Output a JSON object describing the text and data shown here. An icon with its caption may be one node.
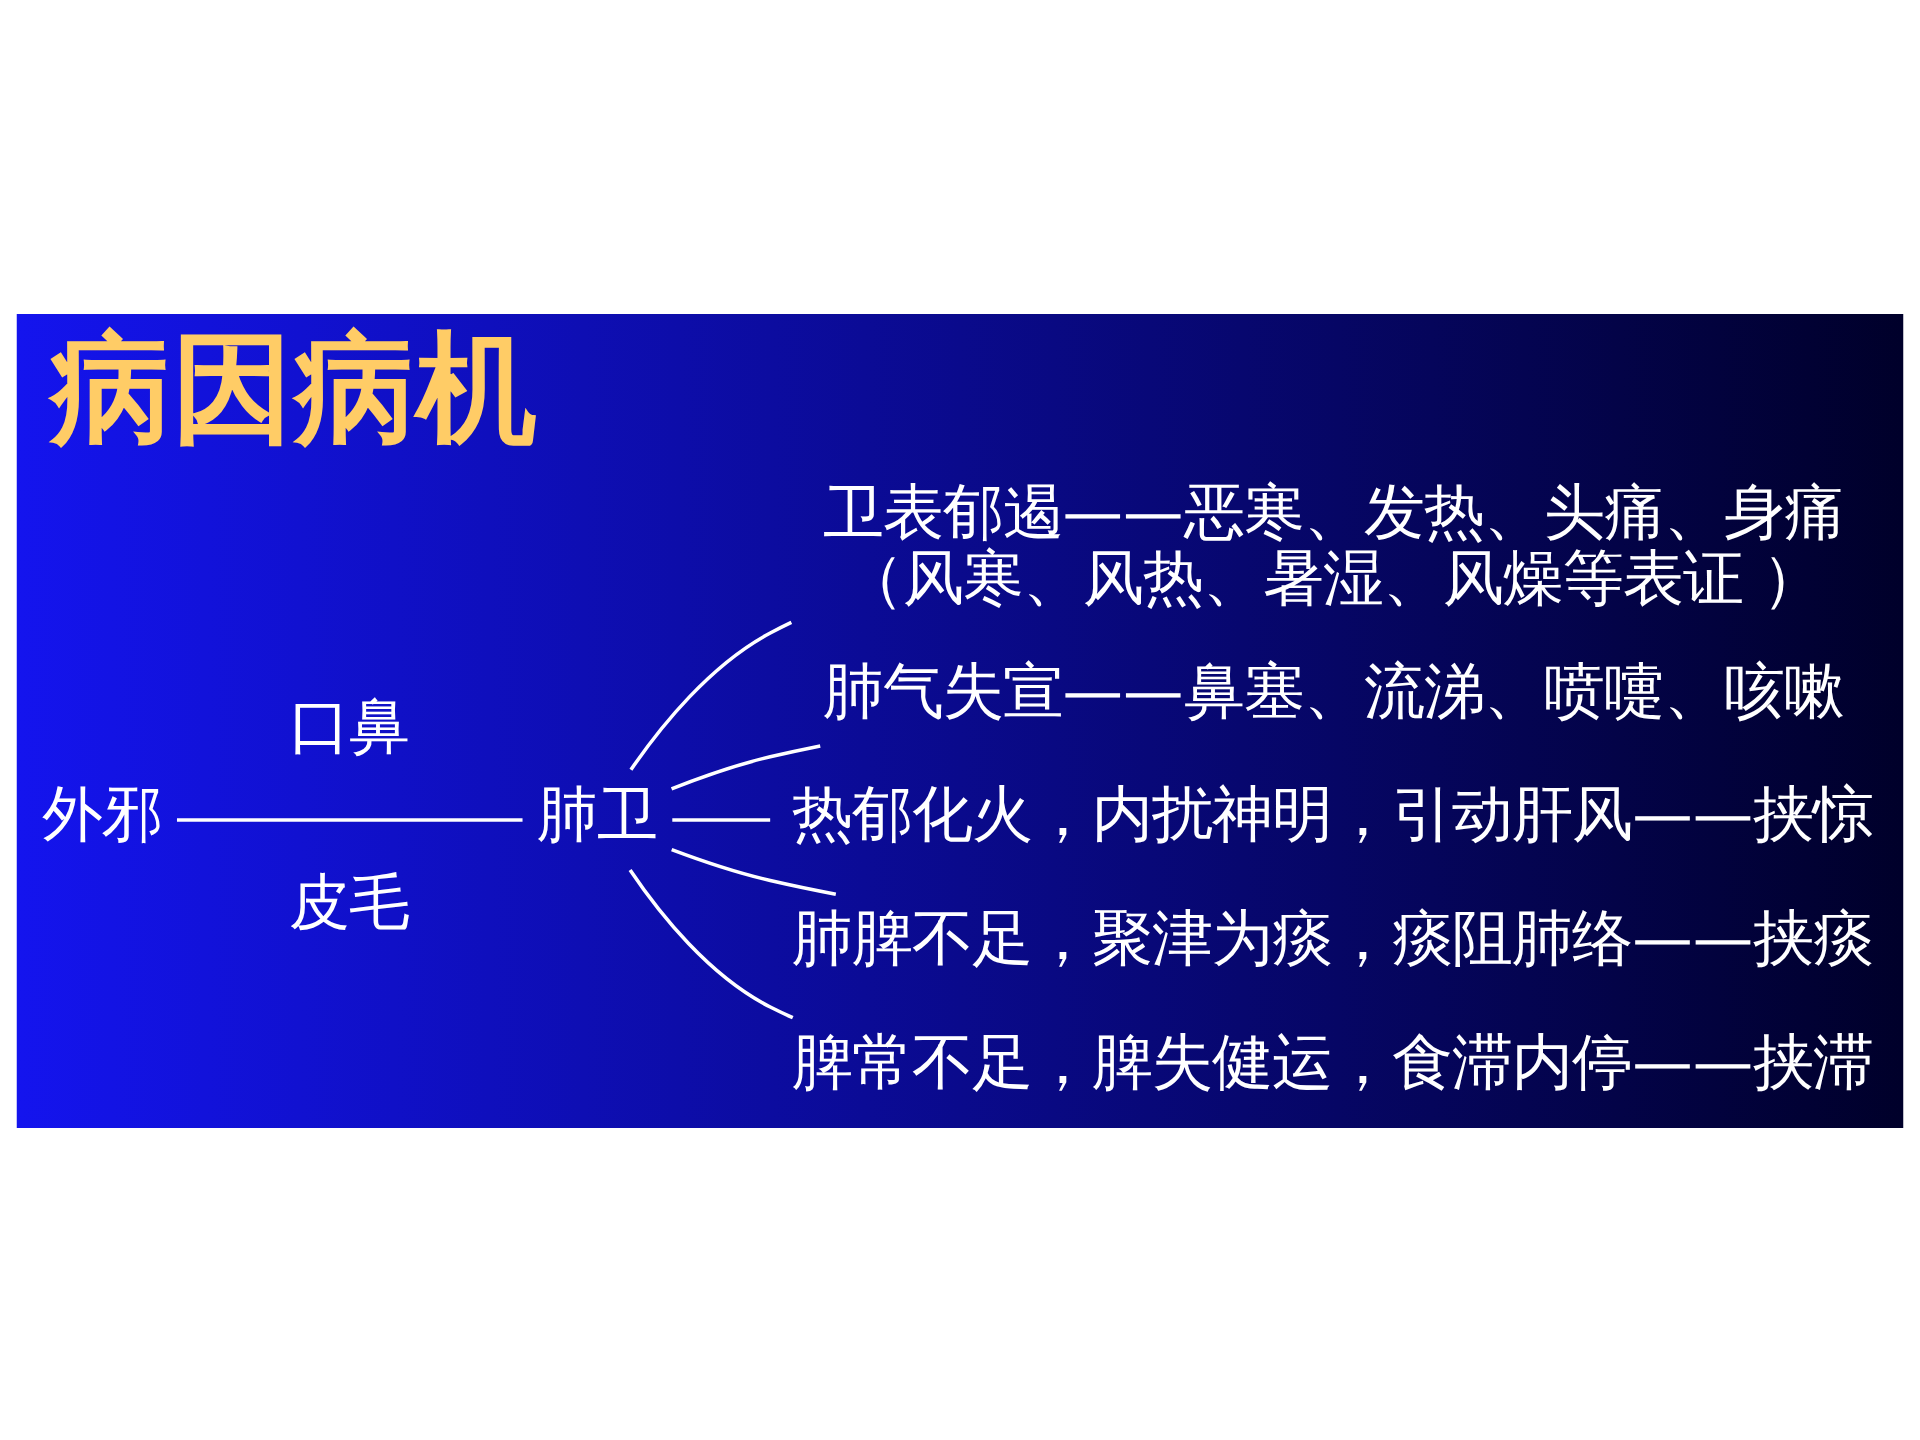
{
  "diagram": {
    "title": "病因病机",
    "nodes": [
      {
        "text": [
          "外邪"
        ]
      },
      {
        "text": [
          "肺卫"
        ]
      },
      {
        "text": [
          "卫表郁遏——恶寒、发热、头痛、身痛",
          "（风寒、风热、暑湿、风燥等表证 ）"
        ]
      },
      {
        "text": [
          "肺气失宣——鼻塞、流涕、喷嚏、咳嗽"
        ]
      },
      {
        "text": [
          "热郁化火，内扰神明，引动肝风——挟惊"
        ]
      },
      {
        "text": [
          "肺脾不足，聚津为痰，痰阻肺络——挟痰"
        ]
      },
      {
        "text": [
          "脾常不足，脾失健运，食滞内停——挟滞"
        ]
      }
    ],
    "edges": [
      {
        "from": 0,
        "to": 1,
        "arrow": "none"
      },
      {
        "from": 1,
        "to": 2,
        "arrow": "none"
      },
      {
        "from": 1,
        "to": 3,
        "arrow": "none"
      },
      {
        "from": 1,
        "to": 4,
        "arrow": "none"
      },
      {
        "from": 1,
        "to": 5,
        "arrow": "none"
      },
      {
        "from": 1,
        "to": 6,
        "arrow": "none"
      }
    ],
    "labels": [
      "口鼻",
      "皮毛"
    ]
  }
}
